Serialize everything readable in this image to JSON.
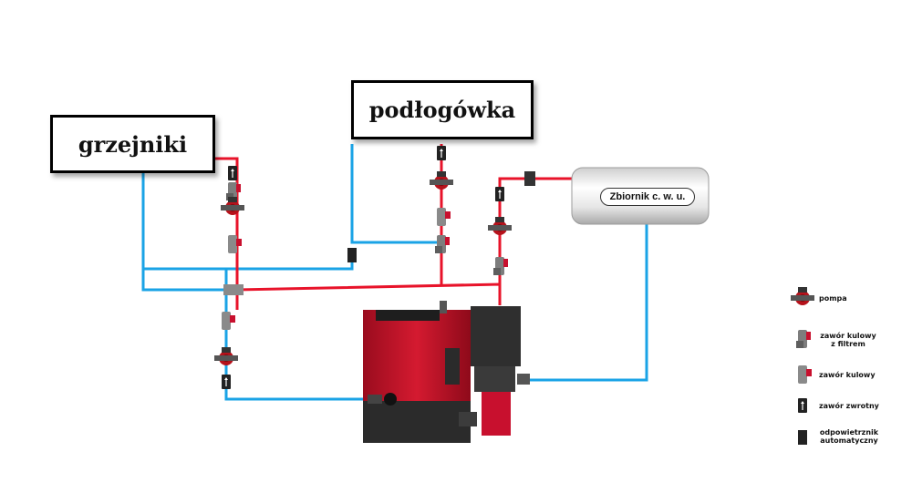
{
  "labels": {
    "radiators": "grzejniki",
    "floor_heating": "podłogówka",
    "tank": "Zbiornik c. w. u."
  },
  "legend": [
    {
      "icon": "pump-icon",
      "label": "pompa"
    },
    {
      "icon": "ball-valve-filter-icon",
      "label": "zawór kulowy z filtrem"
    },
    {
      "icon": "ball-valve-icon",
      "label": "zawór kulowy"
    },
    {
      "icon": "check-valve-icon",
      "label": "zawór zwrotny"
    },
    {
      "icon": "air-vent-icon",
      "label": "odpowietrznik automatyczny"
    }
  ],
  "colors": {
    "supply": "#e8132a",
    "return": "#1aa3e6",
    "boiler": "#c8102e",
    "boiler_dark": "#2b2b2b",
    "pump": "#b5121b",
    "valve_gray": "#8a8a8a"
  }
}
